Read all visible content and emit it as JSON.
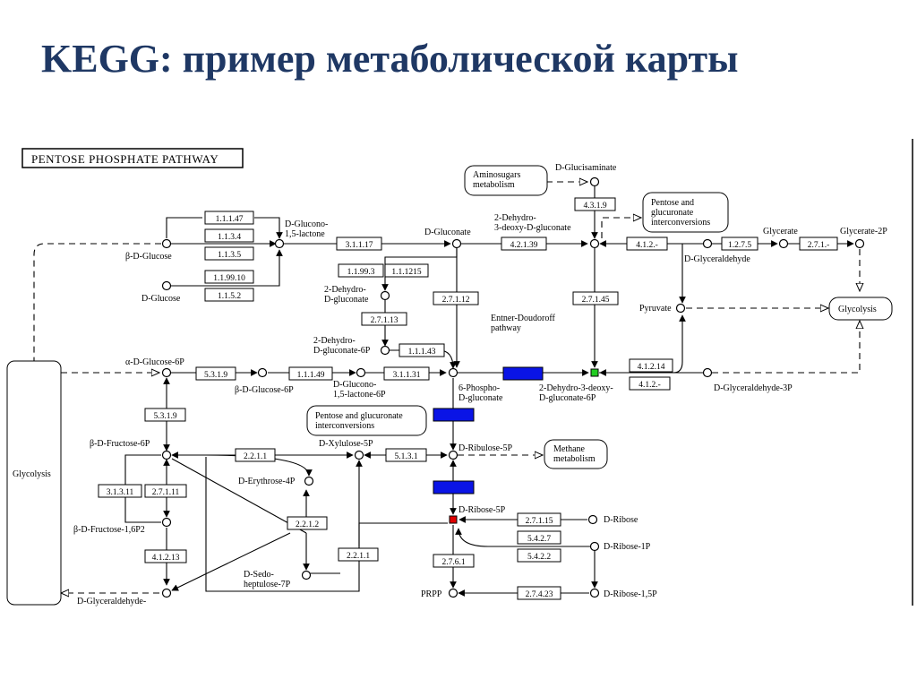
{
  "title": "KEGG: пример метаболической карты",
  "pathway": {
    "name": "PENTOSE PHOSPHATE PATHWAY",
    "maps": [
      {
        "id": "aminosugars",
        "label": [
          "Aminosugars",
          "metabolism"
        ]
      },
      {
        "id": "pentose-top",
        "label": [
          "Pentose and",
          "glucuronate",
          "interconversions"
        ]
      },
      {
        "id": "glycolysis-right",
        "label": [
          "Glycolysis"
        ]
      },
      {
        "id": "pentose-mid",
        "label": [
          "Pentose and glucuronate",
          "interconversions"
        ]
      },
      {
        "id": "methane",
        "label": [
          "Methane",
          "metabolism"
        ]
      },
      {
        "id": "glycolysis-left",
        "label": [
          "Glycolysis"
        ]
      },
      {
        "id": "entner",
        "label": [
          "Entner-Doudoroff",
          "pathway"
        ]
      }
    ],
    "enzymes": [
      {
        "id": "e1",
        "label": "1.1.1.47"
      },
      {
        "id": "e2",
        "label": "1.1.3.4"
      },
      {
        "id": "e3",
        "label": "1.1.3.5"
      },
      {
        "id": "e4",
        "label": "1.1.99.10"
      },
      {
        "id": "e5",
        "label": "1.1.5.2"
      },
      {
        "id": "e6",
        "label": "3.1.1.17"
      },
      {
        "id": "e7",
        "label": "1.1.99.3"
      },
      {
        "id": "e8",
        "label": "1.1.1215"
      },
      {
        "id": "e9",
        "label": "2.7.1.13"
      },
      {
        "id": "e10",
        "label": "1.1.1.43"
      },
      {
        "id": "e11",
        "label": "2.7.1.12"
      },
      {
        "id": "e12",
        "label": "4.3.1.9"
      },
      {
        "id": "e13",
        "label": "4.2.1.39"
      },
      {
        "id": "e14",
        "label": "4.1.2.-"
      },
      {
        "id": "e15",
        "label": "1.2.7.5"
      },
      {
        "id": "e16",
        "label": "2.7.1.-"
      },
      {
        "id": "e17",
        "label": "2.7.1.45"
      },
      {
        "id": "e18",
        "label": "4.1.2.14"
      },
      {
        "id": "e19",
        "label": "4.1.2.-"
      },
      {
        "id": "e20",
        "label": "5.3.1.9"
      },
      {
        "id": "e21",
        "label": "1.1.1.49"
      },
      {
        "id": "e22",
        "label": "3.1.1.31"
      },
      {
        "id": "e23",
        "label": "5.3.1.9"
      },
      {
        "id": "e24",
        "label": "2.2.1.1"
      },
      {
        "id": "e25",
        "label": "5.1.3.1"
      },
      {
        "id": "e26",
        "label": "3.1.3.11"
      },
      {
        "id": "e27",
        "label": "2.7.1.11"
      },
      {
        "id": "e28",
        "label": "2.2.1.2"
      },
      {
        "id": "e29",
        "label": "4.1.2.13"
      },
      {
        "id": "e30",
        "label": "2.2.1.1"
      },
      {
        "id": "e31",
        "label": "2.7.1.15"
      },
      {
        "id": "e32",
        "label": "5.4.2.7"
      },
      {
        "id": "e33",
        "label": "5.4.2.2"
      },
      {
        "id": "e34",
        "label": "2.7.6.1"
      },
      {
        "id": "e35",
        "label": "2.7.4.23"
      },
      {
        "id": "e36",
        "label": ""
      },
      {
        "id": "e37",
        "label": ""
      },
      {
        "id": "e38",
        "label": ""
      }
    ],
    "compounds": [
      {
        "id": "c1",
        "label": [
          "D-Glucono-",
          "1,5-lactone"
        ]
      },
      {
        "id": "c2",
        "label": [
          "β-D-Glucose"
        ]
      },
      {
        "id": "c3",
        "label": [
          "D-Glucose"
        ]
      },
      {
        "id": "c4",
        "label": [
          "D-Glucisaminate"
        ]
      },
      {
        "id": "c5",
        "label": [
          "D-Gluconate"
        ]
      },
      {
        "id": "c6",
        "label": [
          "2-Dehydro-",
          "3-deoxy-D-gluconate"
        ]
      },
      {
        "id": "c7",
        "label": [
          "Glycerate"
        ]
      },
      {
        "id": "c8",
        "label": [
          "Glycerate-2P"
        ]
      },
      {
        "id": "c9",
        "label": [
          "D-Glyceraldehyde"
        ]
      },
      {
        "id": "c10",
        "label": [
          "2-Dehydro-",
          "D-gluconate"
        ]
      },
      {
        "id": "c11",
        "label": [
          "Pyruvate"
        ]
      },
      {
        "id": "c12",
        "label": [
          "2-Dehydro-",
          "D-gluconate-6P"
        ]
      },
      {
        "id": "c13",
        "label": [
          "α-D-Glucose-6P"
        ]
      },
      {
        "id": "c14",
        "label": [
          "β-D-Glucose-6P"
        ]
      },
      {
        "id": "c15",
        "label": [
          "D-Glucono-",
          "1,5-lactone-6P"
        ]
      },
      {
        "id": "c16",
        "label": [
          "6-Phospho-",
          "D-gluconate"
        ]
      },
      {
        "id": "c17",
        "label": [
          "2-Dehydro-3-deoxy-",
          "D-gluconate-6P"
        ]
      },
      {
        "id": "c18",
        "label": [
          "D-Glyceraldehyde-3P"
        ]
      },
      {
        "id": "c19",
        "label": [
          "β-D-Fructose-6P"
        ]
      },
      {
        "id": "c20",
        "label": [
          "D-Xylulose-5P"
        ]
      },
      {
        "id": "c21",
        "label": [
          "D-Ribulose-5P"
        ]
      },
      {
        "id": "c22",
        "label": [
          "D-Erythrose-4P"
        ]
      },
      {
        "id": "c23",
        "label": [
          "β-D-Fructose-1,6P2"
        ]
      },
      {
        "id": "c24",
        "label": [
          "D-Ribose-5P"
        ]
      },
      {
        "id": "c25",
        "label": [
          "D-Ribose"
        ]
      },
      {
        "id": "c26",
        "label": [
          "D-Ribose-1P"
        ]
      },
      {
        "id": "c27",
        "label": [
          "D-Sedo-",
          "heptulose-7P"
        ]
      },
      {
        "id": "c28",
        "label": [
          "PRPP"
        ]
      },
      {
        "id": "c29",
        "label": [
          "D-Ribose-1,5P"
        ]
      },
      {
        "id": "c30",
        "label": [
          "D-Glyceraldehyde-"
        ]
      }
    ],
    "colors": {
      "highlight_blue": "#0a14e6",
      "node_yellow": "#ffff33",
      "node_green": "#22cc22",
      "node_red": "#e00000"
    }
  }
}
